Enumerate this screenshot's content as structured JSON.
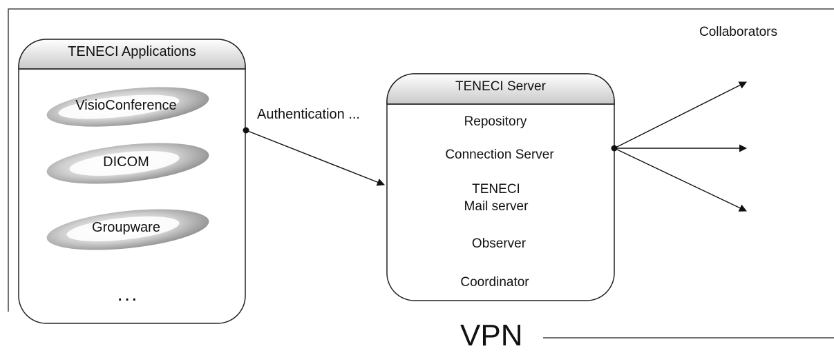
{
  "applications_box": {
    "title": "TENECI Applications",
    "items": [
      "VisioConference",
      "DICOM",
      "Groupware"
    ],
    "more": "..."
  },
  "connector_label": "Authentication ...",
  "server_box": {
    "title": "TENECI Server",
    "items": [
      "Repository",
      "Connection Server",
      "TENECI\nMail server",
      "Observer",
      "Coordinator"
    ]
  },
  "collaborators_label": "Collaborators",
  "network_label": "VPN"
}
